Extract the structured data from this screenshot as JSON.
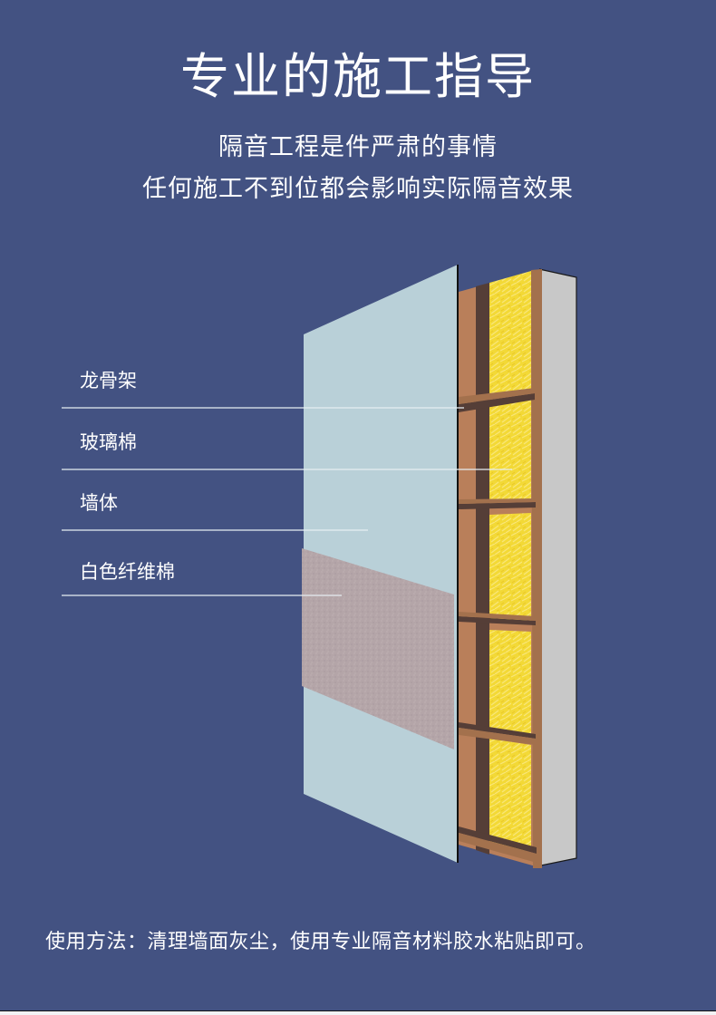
{
  "header": {
    "title": "专业的施工指导",
    "subtitle_line1": "隔音工程是件严肃的事情",
    "subtitle_line2": "任何施工不到位都会影响实际隔音效果"
  },
  "diagram": {
    "labels": [
      {
        "text": "龙骨架",
        "target": "keel-frame"
      },
      {
        "text": "玻璃棉",
        "target": "glass-wool"
      },
      {
        "text": "墙体",
        "target": "wall-body"
      },
      {
        "text": "白色纤维棉",
        "target": "white-fiber-cotton"
      }
    ],
    "colors": {
      "background": "#435282",
      "panel_face": "#b9d0d8",
      "fiber_panel": "#b5a6a8",
      "frame_light": "#b97f5a",
      "frame_mid": "#a3714d",
      "frame_dark": "#553e37",
      "glass_wool": "#f4dd3c",
      "wall_side": "#c8c8c8",
      "leader_line": "#e6eef2"
    }
  },
  "footer": {
    "usage_text": "使用方法：清理墙面灰尘，使用专业隔音材料胶水粘贴即可。"
  }
}
